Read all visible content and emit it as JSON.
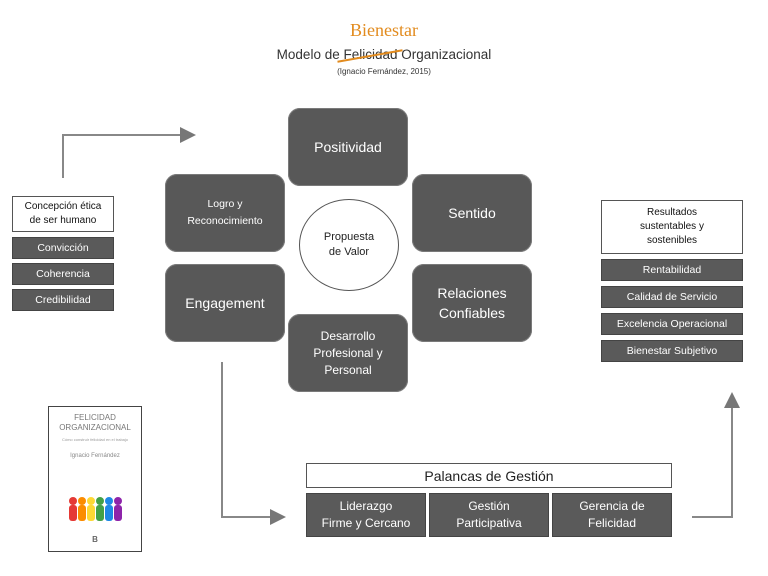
{
  "header": {
    "overwrite": "Bienestar",
    "model_prefix": "Modelo de ",
    "model_struck": "Felicidad",
    "model_suffix": " Organizacional",
    "author": "(Ignacio Fernández, 2015)"
  },
  "center": {
    "proposal_line1": "Propuesta",
    "proposal_line2": "de Valor",
    "positividad": "Positividad",
    "sentido": "Sentido",
    "relaciones_line1": "Relaciones",
    "relaciones_line2": "Confiables",
    "desarrollo_line1": "Desarrollo",
    "desarrollo_line2": "Profesional y",
    "desarrollo_line3": "Personal",
    "engagement": "Engagement",
    "logro_line1": "Logro y",
    "logro_line2": "Reconocimiento"
  },
  "left_panel": {
    "head_line1": "Concepción ética",
    "head_line2": "de ser humano",
    "items": [
      "Convicción",
      "Coherencia",
      "Credibilidad"
    ]
  },
  "right_panel": {
    "head_line1": "Resultados",
    "head_line2": "sustentables y",
    "head_line3": "sostenibles",
    "items": [
      "Rentabilidad",
      "Calidad de Servicio",
      "Excelencia Operacional",
      "Bienestar Subjetivo"
    ]
  },
  "palancas": {
    "title": "Palancas de Gestión",
    "items": [
      {
        "line1": "Liderazgo",
        "line2": "Firme y Cercano"
      },
      {
        "line1": "Gestión",
        "line2": "Participativa"
      },
      {
        "line1": "Gerencia de",
        "line2": "Felicidad"
      }
    ]
  },
  "book": {
    "title_line1": "FELICIDAD",
    "title_line2": "ORGANIZACIONAL",
    "subtitle": "Cómo construir felicidad en el trabajo",
    "author": "Ignacio Fernández",
    "logo": "B"
  },
  "colors": {
    "accent": "#e28b1e",
    "block": "#585858"
  }
}
